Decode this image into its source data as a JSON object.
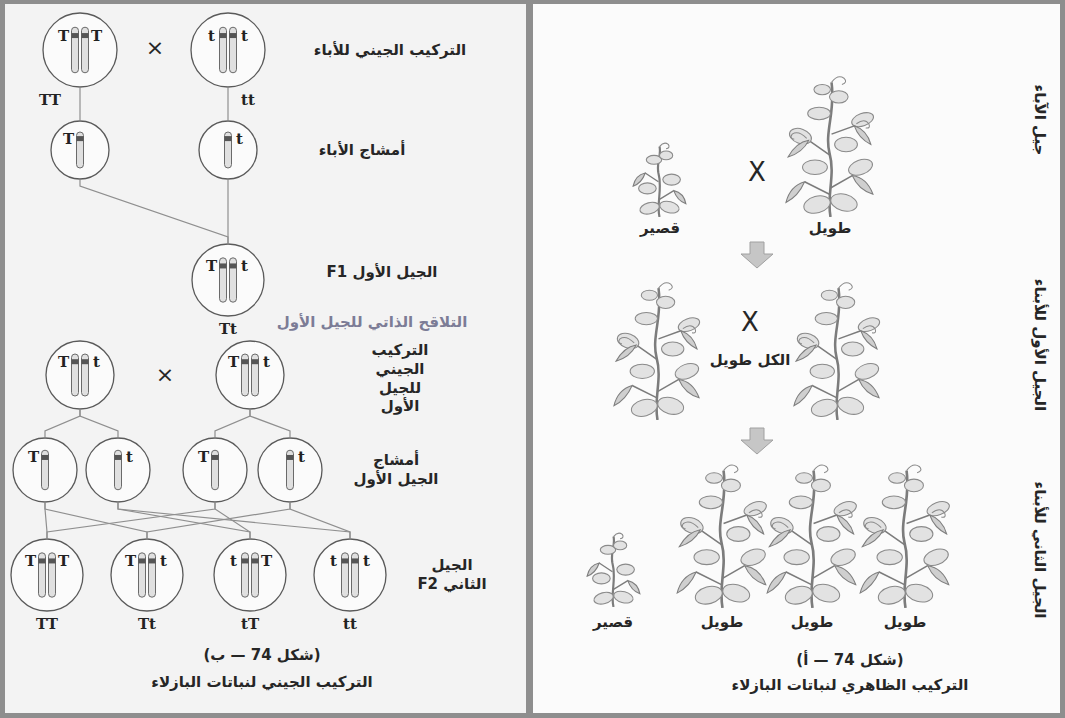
{
  "diagram": {
    "nodes": [
      {
        "text": [
          "T",
          "T",
          "TT"
        ]
      },
      {
        "text": [
          "t",
          "t",
          "tt"
        ]
      },
      {
        "text": [
          "T"
        ]
      },
      {
        "text": [
          "t"
        ]
      },
      {
        "text": [
          "T",
          "t",
          "Tt"
        ]
      },
      {
        "text": [
          "T",
          "t"
        ]
      },
      {
        "text": [
          "T",
          "t"
        ]
      },
      {
        "text": [
          "T"
        ]
      },
      {
        "text": [
          "t"
        ]
      },
      {
        "text": [
          "T"
        ]
      },
      {
        "text": [
          "t"
        ]
      },
      {
        "text": [
          "T",
          "T",
          "TT"
        ]
      },
      {
        "text": [
          "T",
          "t",
          "Tt"
        ]
      },
      {
        "text": [
          "t",
          "T",
          "tT"
        ]
      },
      {
        "text": [
          "t",
          "t",
          "tt"
        ]
      }
    ],
    "edges": [
      {
        "from": 0,
        "to": 2,
        "arrow": "none"
      },
      {
        "from": 1,
        "to": 3,
        "arrow": "none"
      },
      {
        "from": 2,
        "to": 4,
        "arrow": "none"
      },
      {
        "from": 3,
        "to": 4,
        "arrow": "none"
      },
      {
        "from": 5,
        "to": 7,
        "arrow": "none"
      },
      {
        "from": 5,
        "to": 8,
        "arrow": "none"
      },
      {
        "from": 6,
        "to": 9,
        "arrow": "none"
      },
      {
        "from": 6,
        "to": 10,
        "arrow": "none"
      },
      {
        "from": 7,
        "to": 11,
        "arrow": "none"
      },
      {
        "from": 7,
        "to": 12,
        "arrow": "none"
      },
      {
        "from": 8,
        "to": 13,
        "arrow": "none"
      },
      {
        "from": 8,
        "to": 14,
        "arrow": "none"
      },
      {
        "from": 9,
        "to": 11,
        "arrow": "none"
      },
      {
        "from": 9,
        "to": 13,
        "arrow": "none"
      },
      {
        "from": 10,
        "to": 12,
        "arrow": "none"
      },
      {
        "from": 10,
        "to": 14,
        "arrow": "none"
      }
    ],
    "labels": [
      "×",
      "التركيب الجيني للأباء",
      "أمشاج الأباء",
      "الجيل الأول F1",
      "التلاقح الذاتي للجيل الأول",
      "×",
      "التركيب الجيني للجيل الأول",
      "أمشاج الجيل الأول",
      "الجيل الثاني F2",
      "(شكل 74 — ب)",
      "التركيب الجيني لنباتات البازلاء",
      "جيل الآباء",
      "قصير",
      "X",
      "طويل",
      "الجيل الأول للأبناء",
      "X",
      "الكل طويل",
      "الجيل الثاني للأبناء",
      "قصير",
      "طويل",
      "طويل",
      "طويل",
      "(شكل 74 — أ)",
      "التركيب الظاهري لنباتات البازلاء"
    ]
  }
}
